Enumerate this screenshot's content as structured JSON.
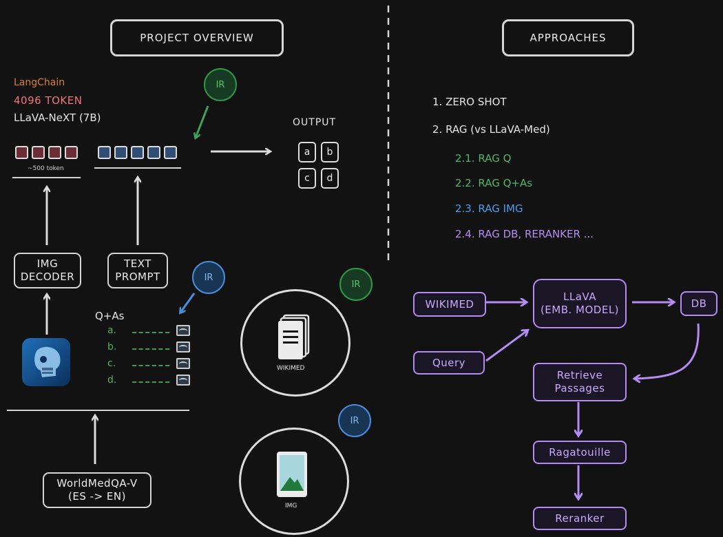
{
  "left": {
    "header": "PROJECT OVERVIEW",
    "langchain": "LangChain",
    "token_limit": "4096 TOKEN",
    "model": "LLaVA-NeXT (7B)",
    "image_tokens_note": "~500 token",
    "output_label": "OUTPUT",
    "options": [
      "a",
      "b",
      "c",
      "d"
    ],
    "img_decoder": [
      "IMG",
      "DECODER"
    ],
    "text_prompt": [
      "TEXT",
      "PROMPT"
    ],
    "qas_label": "Q+As",
    "qas": [
      "a.",
      "b.",
      "c.",
      "d."
    ],
    "dataset": [
      "WorldMedQA-V",
      "(ES -> EN)"
    ],
    "ir_label": "IR",
    "wikimed_caption": "WIKIMED",
    "img_caption": "IMG"
  },
  "right": {
    "header": "APPROACHES",
    "approaches": [
      {
        "text": "1. ZERO SHOT",
        "color": "#e6e6e6"
      },
      {
        "text": "2. RAG (vs LLaVA-Med)",
        "color": "#e6e6e6"
      },
      {
        "text": "2.1. RAG Q",
        "color": "#4fb566"
      },
      {
        "text": "2.2. RAG Q+As",
        "color": "#4fb566"
      },
      {
        "text": "2.3. RAG IMG",
        "color": "#4d9de8"
      },
      {
        "text": "2.4. RAG DB, RERANKER ...",
        "color": "#b48cf2"
      }
    ],
    "pipeline": {
      "wikimed": "WIKIMED",
      "query": "Query",
      "llava": [
        "LLaVA",
        "(EMB. MODEL)"
      ],
      "db": "DB",
      "retrieve": [
        "Retrieve",
        "Passages"
      ],
      "ragatouille": "Ragatouille",
      "reranker": "Reranker"
    }
  },
  "colors": {
    "background": "#121212",
    "stroke": "#d6d6d6",
    "green": "#3fa35a",
    "blue": "#4a8fdc",
    "purple": "#b48cf2",
    "orange": "#d9822b",
    "salmon": "#f2757a"
  }
}
